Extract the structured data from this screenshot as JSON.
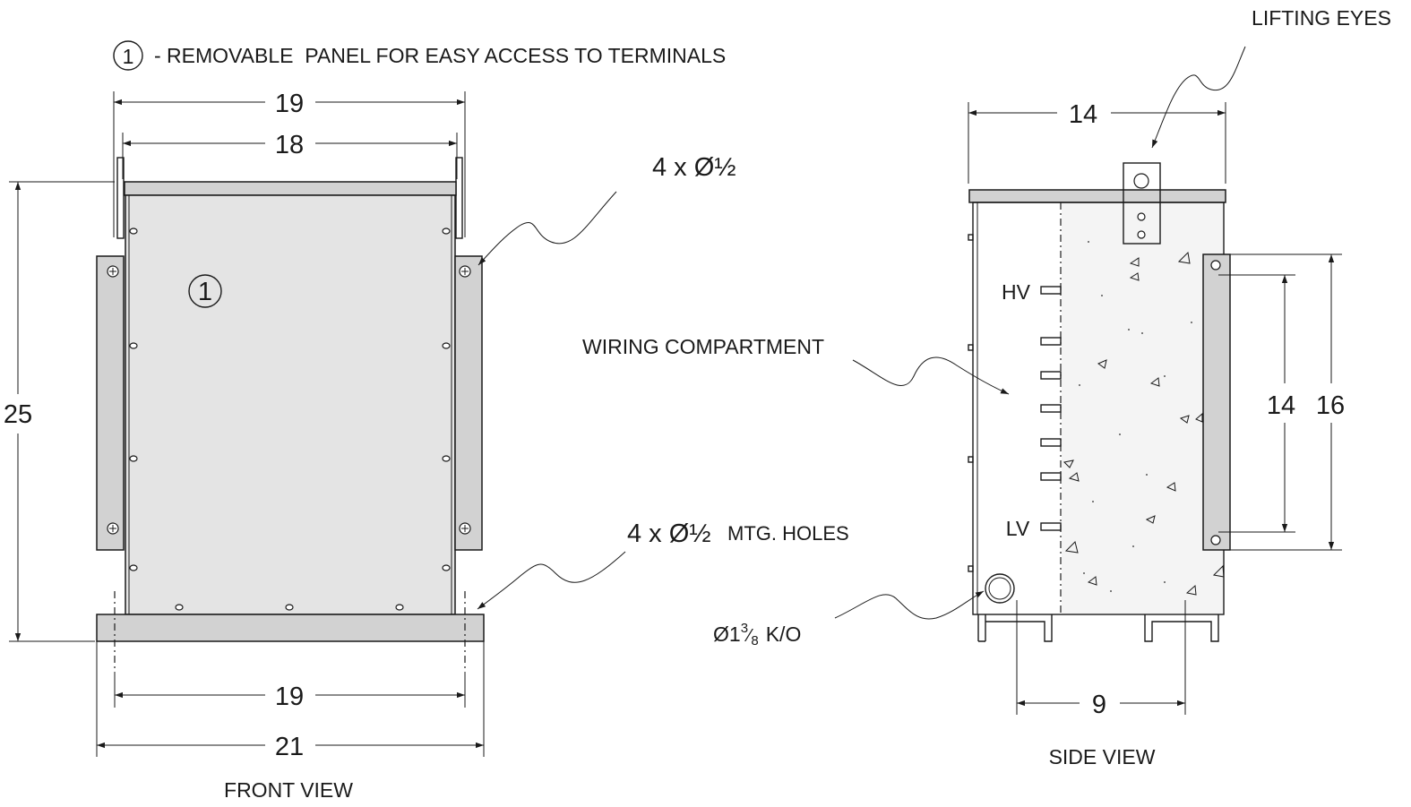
{
  "note": {
    "number": "1",
    "text": "- REMOVABLE  PANEL FOR EASY ACCESS TO TERMINALS"
  },
  "front_view": {
    "caption": "FRONT VIEW",
    "dim_top_outer": "19",
    "dim_top_inner": "18",
    "dim_height": "25",
    "dim_bottom_inner": "19",
    "dim_bottom_outer": "21",
    "panel_marker": "1",
    "callout_holes_prefix": "4 x Ø",
    "callout_holes_fraction": "½",
    "callout_mtg_prefix": "4 x Ø",
    "callout_mtg_fraction": "½",
    "callout_mtg_suffix": "MTG. HOLES"
  },
  "side_view": {
    "caption": "SIDE VIEW",
    "lifting_eyes": "LIFTING EYES",
    "wiring_compartment": "WIRING COMPARTMENT",
    "hv_label": "HV",
    "lv_label": "LV",
    "ko_prefix": "Ø1",
    "ko_fraction_num": "3",
    "ko_fraction_den": "8",
    "ko_suffix": "K/O",
    "dim_depth": "14",
    "dim_bracket_inner": "14",
    "dim_bracket_outer": "16",
    "dim_feet": "9"
  }
}
